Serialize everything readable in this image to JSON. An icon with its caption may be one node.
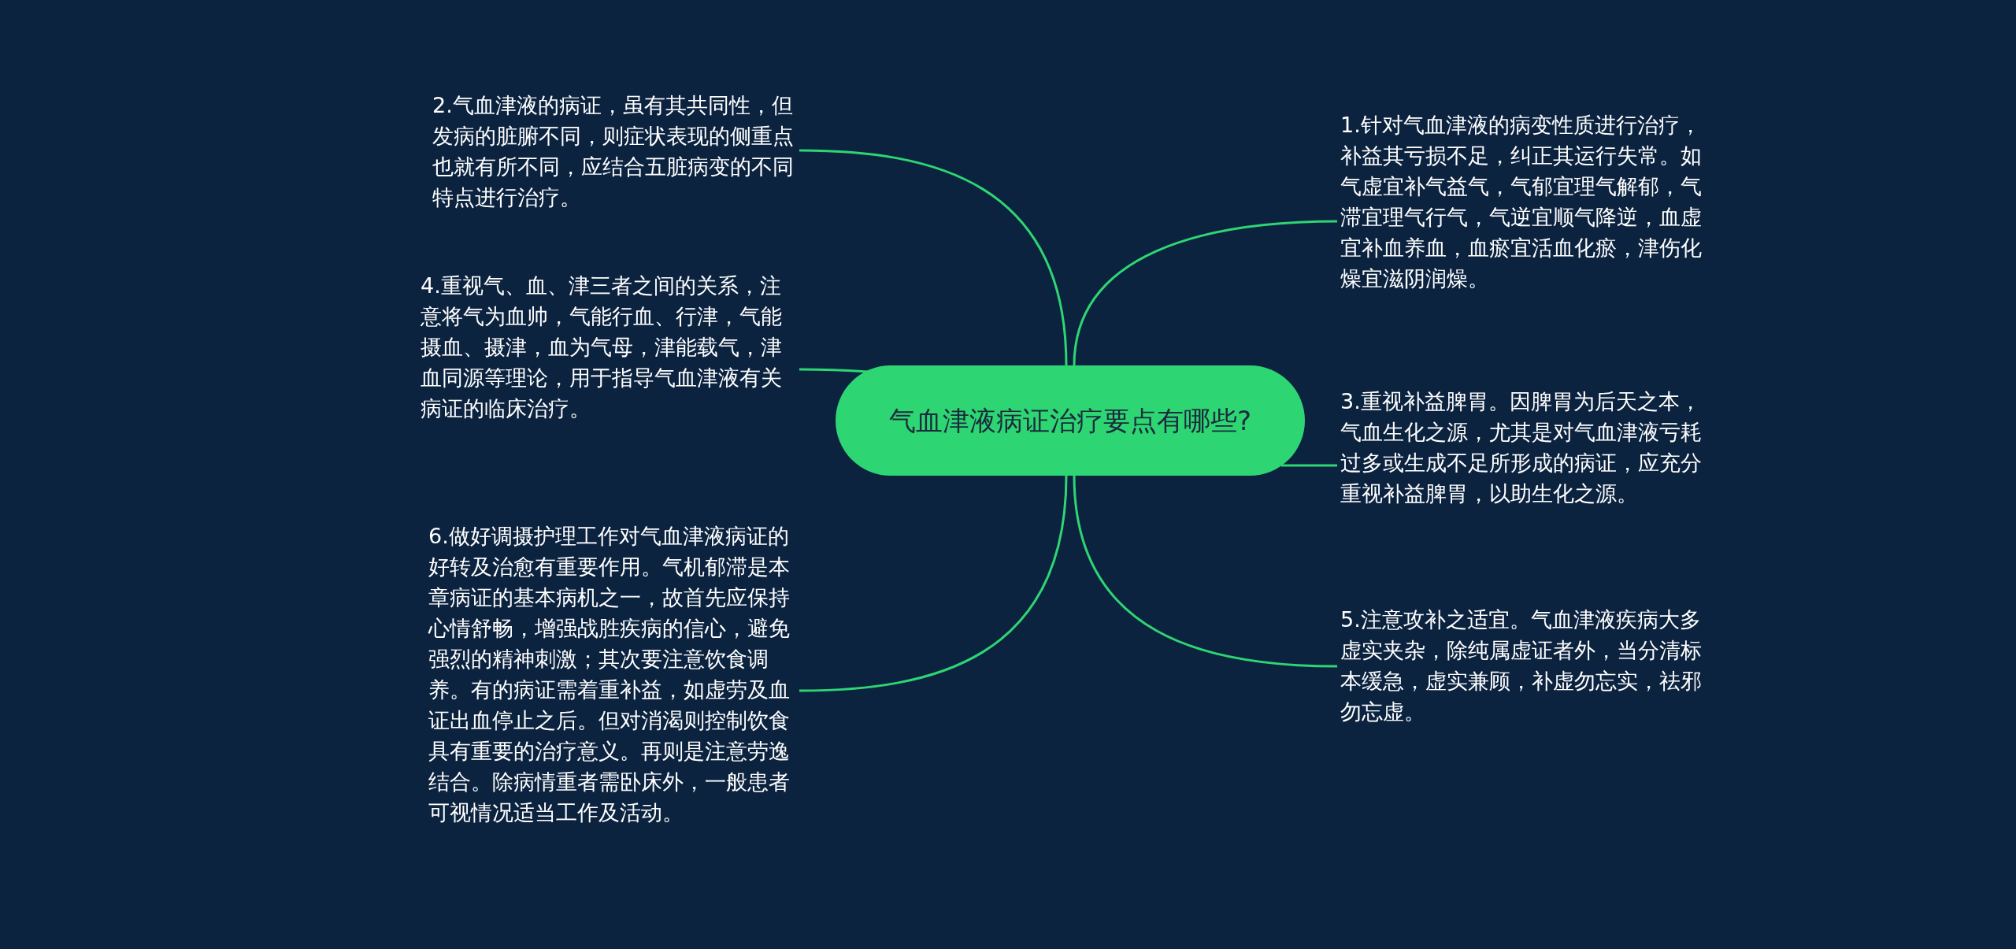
{
  "diagram": {
    "nodes": [
      {
        "text": [
          "气血津液病证治疗要点有哪些?"
        ]
      },
      {
        "text": [
          "2.气血津液的病证，虽有其共同性，但发病的脏腑不同，则症状表现的侧重点也就有所不同，应结合五脏病变的不同特点进行治疗。"
        ]
      },
      {
        "text": [
          "1.针对气血津液的病变性质进行治疗，补益其亏损不足，纠正其运行失常。如气虚宜补气益气，气郁宜理气解郁，气滞宜理气行气，气逆宜顺气降逆，血虚宜补血养血，血瘀宜活血化瘀，津伤化燥宜滋阴润燥。"
        ]
      },
      {
        "text": [
          "4.重视气、血、津三者之间的关系，注意将气为血帅，气能行血、行津，气能摄血、摄津，血为气母，津能载气，津血同源等理论，用于指导气血津液有关病证的临床治疗。"
        ]
      },
      {
        "text": [
          "3.重视补益脾胃。因脾胃为后天之本，气血生化之源，尤其是对气血津液亏耗过多或生成不足所形成的病证，应充分重视补益脾胃，以助生化之源。"
        ]
      },
      {
        "text": [
          "6.做好调摄护理工作对气血津液病证的好转及治愈有重要作用。气机郁滞是本章病证的基本病机之一，故首先应保持心情舒畅，增强战胜疾病的信心，避免强烈的精神刺激；其次要注意饮食调养。有的病证需着重补益，如虚劳及血证出血停止之后。但对消渴则控制饮食具有重要的治疗意义。再则是注意劳逸结合。除病情重者需卧床外，一般患者可视情况适当工作及活动。"
        ]
      },
      {
        "text": [
          "5.注意攻补之适宜。气血津液疾病大多虚实夹杂，除纯属虚证者外，当分清标本缓急，虚实兼顾，补虚勿忘实，祛邪勿忘虚。"
        ]
      }
    ],
    "edges": [
      {
        "from": 0,
        "to": 1,
        "arrow": "none"
      },
      {
        "from": 0,
        "to": 2,
        "arrow": "none"
      },
      {
        "from": 0,
        "to": 3,
        "arrow": "none"
      },
      {
        "from": 0,
        "to": 4,
        "arrow": "none"
      },
      {
        "from": 0,
        "to": 5,
        "arrow": "none"
      },
      {
        "from": 0,
        "to": 6,
        "arrow": "none"
      }
    ]
  }
}
